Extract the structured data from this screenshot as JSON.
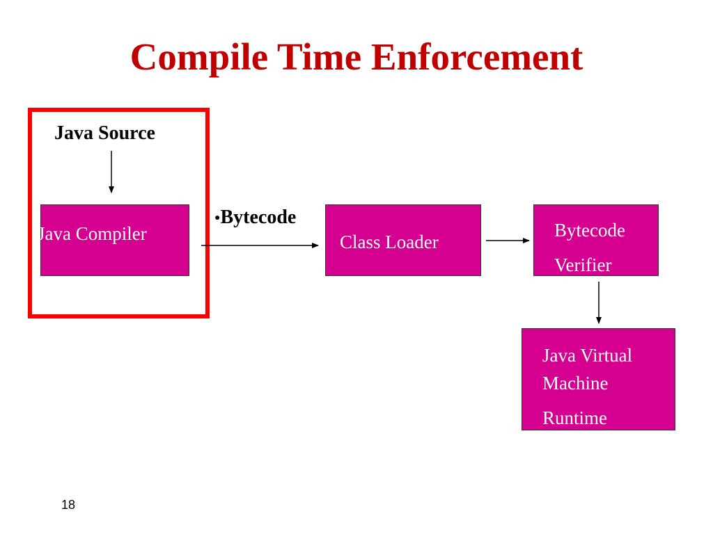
{
  "slide": {
    "title": "Compile Time Enforcement",
    "page_number": "18"
  },
  "diagram": {
    "source_label": "Java Source",
    "bytecode_label": "Bytecode",
    "bullet": "●",
    "nodes": {
      "compiler": "Java Compiler",
      "class_loader": "Class Loader",
      "verifier_line1": "Bytecode",
      "verifier_line2": "Verifier",
      "jvm_line1": "Java Virtual",
      "jvm_line2": "Machine",
      "jvm_line3": "Runtime"
    },
    "colors": {
      "node_fill": "#d5008f",
      "highlight": "#ff0000",
      "title": "#c00000"
    }
  }
}
